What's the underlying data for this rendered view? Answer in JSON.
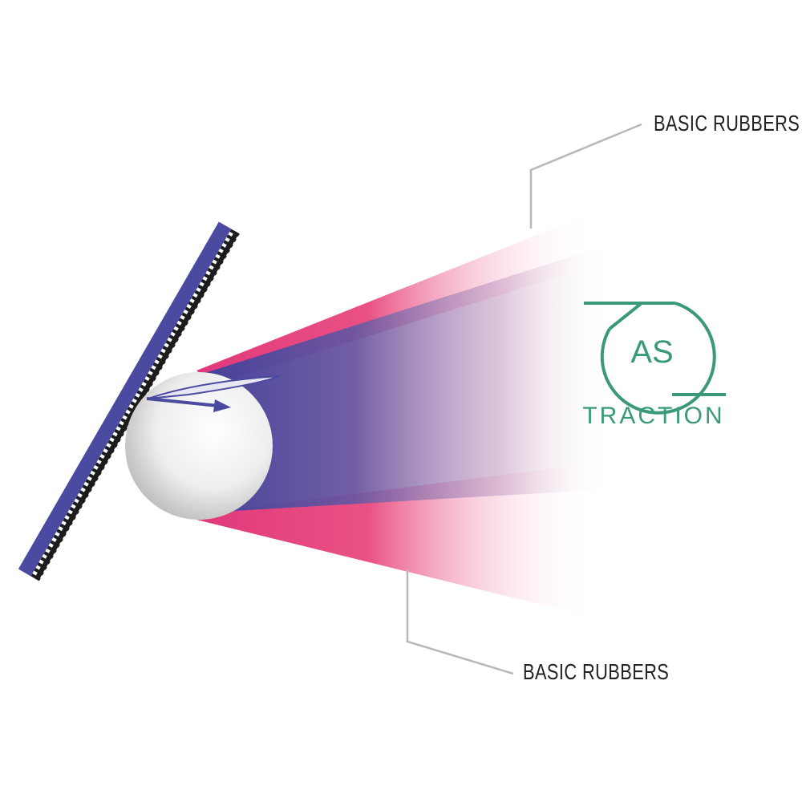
{
  "callouts": {
    "top_label": "BASIC RUBBERS",
    "bottom_label": "BASIC RUBBERS"
  },
  "logo": {
    "monogram": "AS",
    "wordmark": "TRACTION",
    "color": "#3a9a78"
  },
  "colors": {
    "paddle_blue": "#4a4aa0",
    "beam_pink": "#e0367a",
    "beam_purple": "#4a4aa0",
    "ball": "#f0f0f0",
    "callout_line": "#b8b8b8"
  },
  "icons": [
    "spin-arrow-icon"
  ]
}
